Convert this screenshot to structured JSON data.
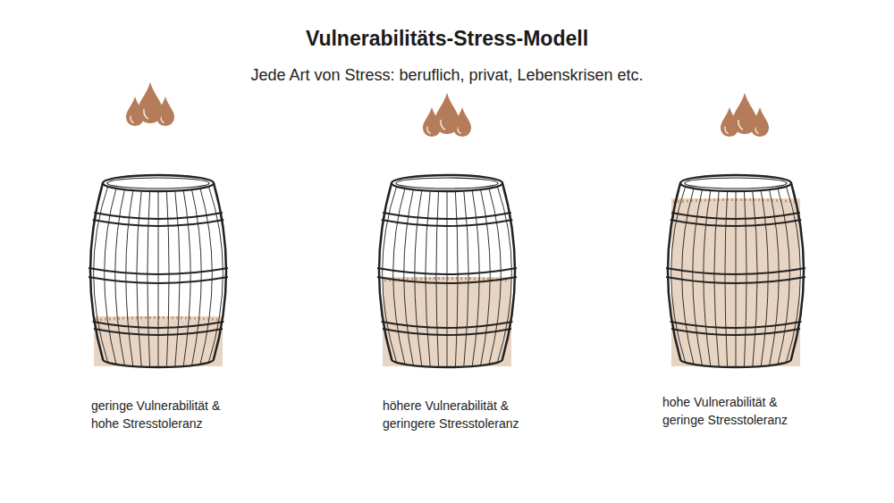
{
  "diagram": {
    "title": "Vulnerabilitäts-Stress-Modell",
    "labels": [
      "Jede Art von Stress: beruflich, privat, Lebenskrisen etc.",
      "geringe Vulnerabilität & hohe Stresstoleranz",
      "höhere Vulnerabilität & geringere Stresstoleranz",
      "hohe Vulnerabilität & geringe Stresstoleranz"
    ]
  }
}
